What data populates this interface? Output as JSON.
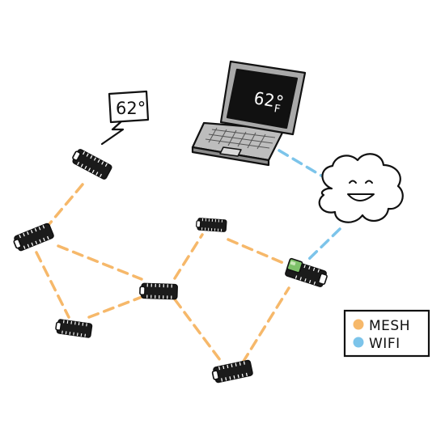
{
  "laptop": {
    "temperature": "62°",
    "unit": "F"
  },
  "speech_bubble": {
    "text": "62°"
  },
  "legend": {
    "items": [
      {
        "label": "MESH",
        "color": "#f6b86a"
      },
      {
        "label": "WIFI",
        "color": "#7cc4ea"
      }
    ]
  },
  "colors": {
    "mesh": "#f6b86a",
    "wifi": "#7cc4ea",
    "outline": "#111111",
    "gateway_accent": "#7ec26a"
  },
  "icons": [
    "laptop-icon",
    "cloud-icon",
    "speech-bubble-icon",
    "lightning-bolt-icon",
    "mesh-node-board-icon",
    "gateway-board-icon"
  ]
}
